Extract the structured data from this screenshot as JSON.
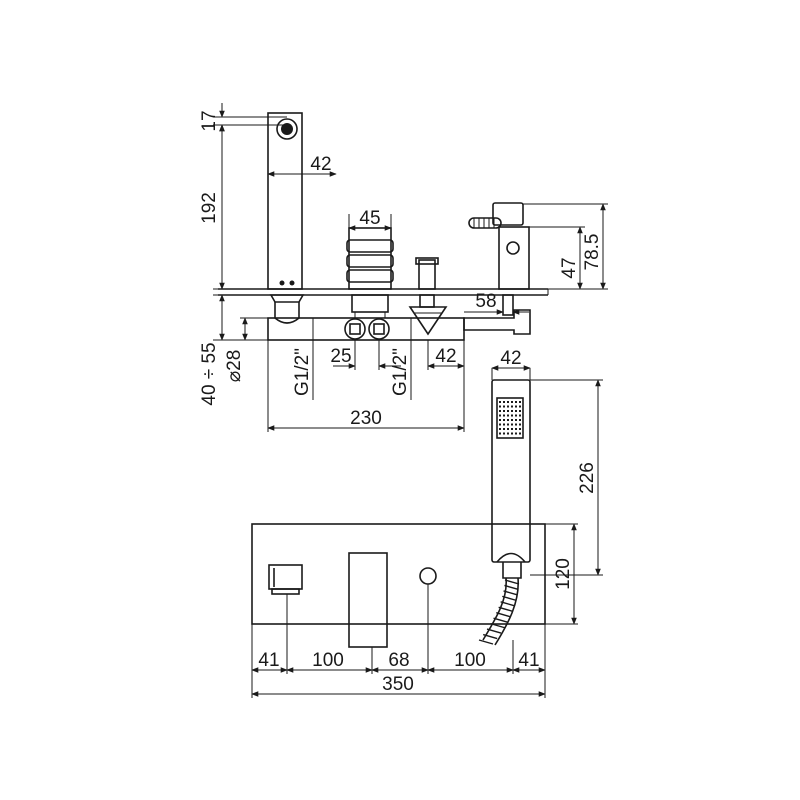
{
  "dimensions": {
    "spout_top": "17",
    "spout_width": "42",
    "spout_height": "192",
    "mixer_width": "45",
    "handshower_holder_height": "78.5",
    "holder_offset": "47",
    "diverter_offset": "58",
    "deck_thickness": "40 ÷ 55",
    "hole_diameter": "⌀28",
    "inlet_left": "G1/2\"",
    "inlet_spacing": "25",
    "inlet_right": "G1/2\"",
    "diverter_width": "42",
    "handshower_width": "42",
    "total_depth": "230",
    "handshower_length": "226",
    "plate_depth": "120",
    "spacing_41_left": "41",
    "spacing_100_left": "100",
    "spacing_68": "68",
    "spacing_100_right": "100",
    "spacing_41_right": "41",
    "total_length": "350"
  },
  "colors": {
    "line": "#1a1a1a",
    "background": "#ffffff"
  }
}
